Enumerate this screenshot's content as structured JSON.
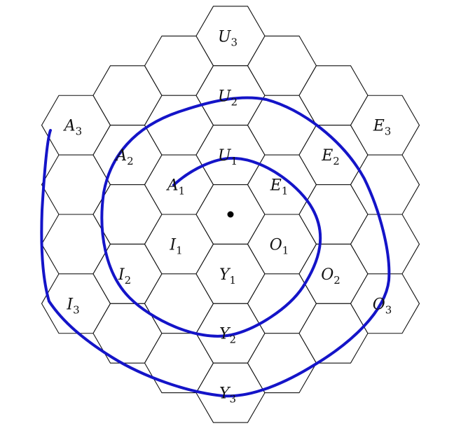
{
  "diagram": {
    "grid_type": "hexagonal",
    "rings": 3,
    "colors": {
      "hex_stroke": "#111111",
      "hex_fill": "#ffffff",
      "spiral": "#1414c8",
      "center_dot": "#000000"
    },
    "labels": [
      {
        "id": "U1",
        "letter": "U",
        "sub": "1",
        "ring": 1,
        "dir": "up"
      },
      {
        "id": "E1",
        "letter": "E",
        "sub": "1",
        "ring": 1,
        "dir": "upper-right"
      },
      {
        "id": "O1",
        "letter": "O",
        "sub": "1",
        "ring": 1,
        "dir": "lower-right"
      },
      {
        "id": "Y1",
        "letter": "Y",
        "sub": "1",
        "ring": 1,
        "dir": "down"
      },
      {
        "id": "I1",
        "letter": "I",
        "sub": "1",
        "ring": 1,
        "dir": "lower-left"
      },
      {
        "id": "A1",
        "letter": "A",
        "sub": "1",
        "ring": 1,
        "dir": "upper-left"
      },
      {
        "id": "U2",
        "letter": "U",
        "sub": "2",
        "ring": 2,
        "dir": "up"
      },
      {
        "id": "E2",
        "letter": "E",
        "sub": "2",
        "ring": 2,
        "dir": "upper-right"
      },
      {
        "id": "O2",
        "letter": "O",
        "sub": "2",
        "ring": 2,
        "dir": "lower-right"
      },
      {
        "id": "Y2",
        "letter": "Y",
        "sub": "2",
        "ring": 2,
        "dir": "down"
      },
      {
        "id": "I2",
        "letter": "I",
        "sub": "2",
        "ring": 2,
        "dir": "lower-left"
      },
      {
        "id": "A2",
        "letter": "A",
        "sub": "2",
        "ring": 2,
        "dir": "upper-left"
      },
      {
        "id": "U3",
        "letter": "U",
        "sub": "3",
        "ring": 3,
        "dir": "up"
      },
      {
        "id": "E3",
        "letter": "E",
        "sub": "3",
        "ring": 3,
        "dir": "upper-right"
      },
      {
        "id": "O3",
        "letter": "O",
        "sub": "3",
        "ring": 3,
        "dir": "lower-right"
      },
      {
        "id": "Y3",
        "letter": "Y",
        "sub": "3",
        "ring": 3,
        "dir": "down"
      },
      {
        "id": "I3",
        "letter": "I",
        "sub": "3",
        "ring": 3,
        "dir": "lower-left"
      },
      {
        "id": "A3",
        "letter": "A",
        "sub": "3",
        "ring": 3,
        "dir": "upper-left"
      }
    ]
  }
}
